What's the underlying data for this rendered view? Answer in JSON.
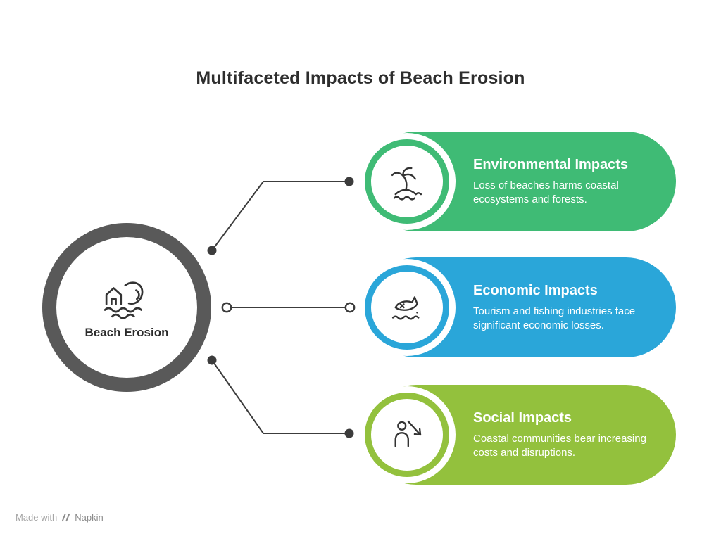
{
  "title": "Multifaceted Impacts of Beach Erosion",
  "center": {
    "label": "Beach Erosion",
    "icon": "wave-house-icon",
    "ring_color": "#595959"
  },
  "cards": [
    {
      "id": "environmental",
      "title": "Environmental Impacts",
      "body": "Loss of beaches harms coastal ecosystems and forests.",
      "color": "#3fbb75",
      "icon": "palm-island-icon"
    },
    {
      "id": "economic",
      "title": "Economic Impacts",
      "body": "Tourism and fishing industries face significant economic losses.",
      "color": "#2aa6d9",
      "icon": "dead-fish-icon"
    },
    {
      "id": "social",
      "title": "Social Impacts",
      "body": "Coastal communities bear increasing costs and disruptions.",
      "color": "#93c13d",
      "icon": "person-decline-icon"
    }
  ],
  "footer": {
    "made_with": "Made with",
    "brand": "Napkin",
    "logo": "napkin-logo-icon"
  },
  "colors": {
    "connector": "#3c3c3c",
    "title_text": "#2e2e2e",
    "card_text": "#ffffff"
  }
}
